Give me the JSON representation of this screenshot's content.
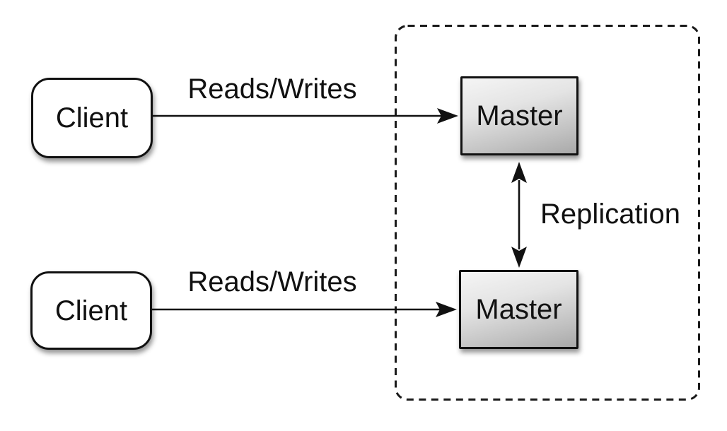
{
  "diagram": {
    "nodes": {
      "clients": [
        {
          "label": "Client"
        },
        {
          "label": "Client"
        }
      ],
      "masters": [
        {
          "label": "Master"
        },
        {
          "label": "Master"
        }
      ]
    },
    "edges": [
      {
        "label": "Reads/Writes",
        "from": "client-top",
        "to": "master-top",
        "direction": "one-way"
      },
      {
        "label": "Reads/Writes",
        "from": "client-bottom",
        "to": "master-bottom",
        "direction": "one-way"
      },
      {
        "label": "Replication",
        "from": "master-top",
        "to": "master-bottom",
        "direction": "two-way"
      }
    ],
    "group": {
      "style": "dashed-rounded-rectangle",
      "contains": [
        "master-top",
        "master-bottom"
      ]
    },
    "colors": {
      "background": "#ffffff",
      "stroke": "#111111",
      "client_fill": "#ffffff",
      "master_gradient_start": "#f5f5f5",
      "master_gradient_end": "#a9a9a9"
    }
  }
}
